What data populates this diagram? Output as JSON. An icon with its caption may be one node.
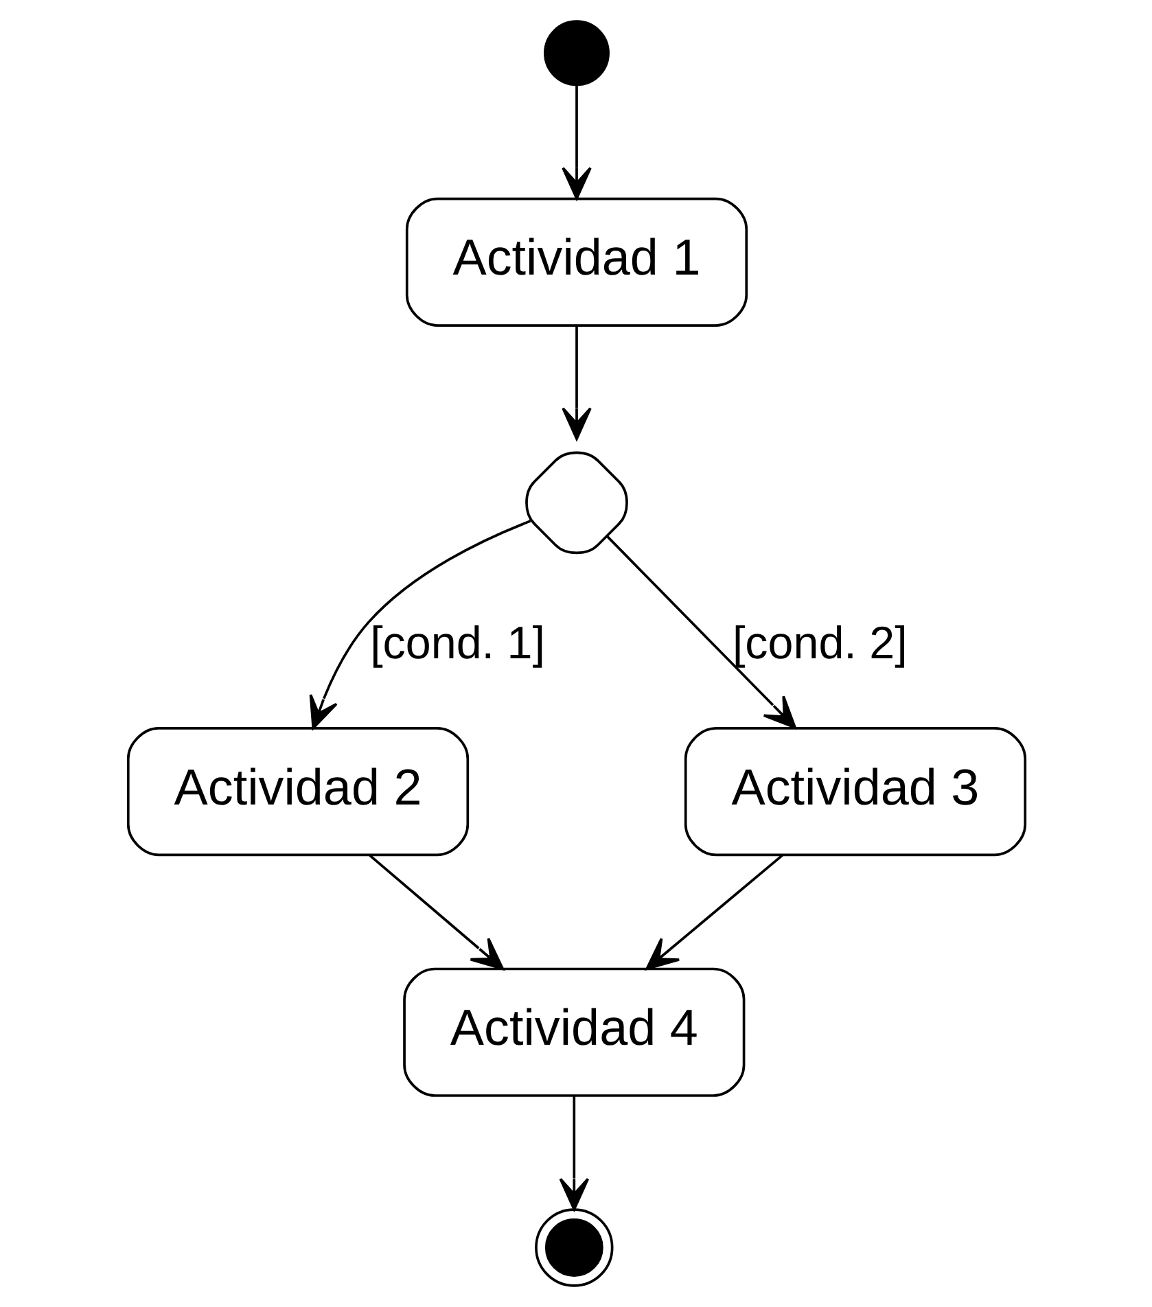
{
  "diagram": {
    "nodes": [
      {
        "text": [],
        "shape": "circle"
      },
      {
        "text": [
          "Actividad 1"
        ]
      },
      {
        "text": [],
        "shape": "diamond"
      },
      {
        "text": [
          "Actividad 2"
        ]
      },
      {
        "text": [
          "Actividad 3"
        ]
      },
      {
        "text": [
          "Actividad 4"
        ]
      },
      {
        "text": [],
        "shape": "bullseye"
      }
    ],
    "edges": [
      {
        "from": 0,
        "to": 1,
        "arrow": "to"
      },
      {
        "from": 1,
        "to": 2,
        "arrow": "to"
      },
      {
        "from": 2,
        "to": 3,
        "arrow": "to",
        "label": "[cond. 1]"
      },
      {
        "from": 2,
        "to": 4,
        "arrow": "to",
        "label": "[cond. 2]"
      },
      {
        "from": 3,
        "to": 5,
        "arrow": "to"
      },
      {
        "from": 4,
        "to": 5,
        "arrow": "to"
      },
      {
        "from": 5,
        "to": 6,
        "arrow": "to"
      }
    ]
  }
}
